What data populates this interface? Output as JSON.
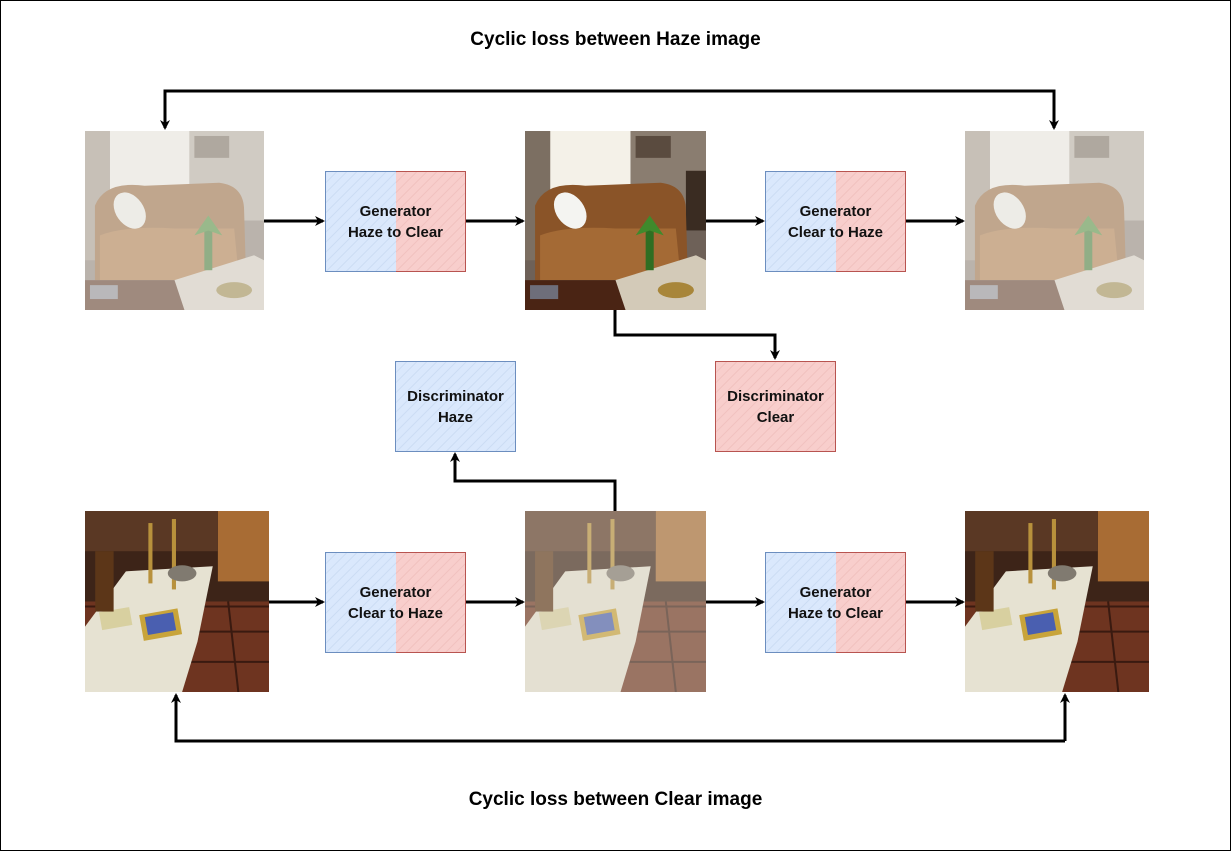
{
  "headings": {
    "top": "Cyclic loss between Haze image",
    "bottom": "Cyclic loss between Clear image"
  },
  "generators": {
    "top_left": {
      "line1": "Generator",
      "line2": "Haze to Clear"
    },
    "top_right": {
      "line1": "Generator",
      "line2": "Clear to Haze"
    },
    "bottom_left": {
      "line1": "Generator",
      "line2": "Clear to Haze"
    },
    "bottom_right": {
      "line1": "Generator",
      "line2": "Haze to Clear"
    }
  },
  "discriminators": {
    "haze": {
      "line1": "Discriminator",
      "line2": "Haze"
    },
    "clear": {
      "line1": "Discriminator",
      "line2": "Clear"
    }
  },
  "colors": {
    "generator_left_fill": "#dae8fc",
    "generator_right_fill": "#f8cecc",
    "blue_border": "#6c8ebf",
    "red_border": "#b85450",
    "arrow": "#000000"
  }
}
